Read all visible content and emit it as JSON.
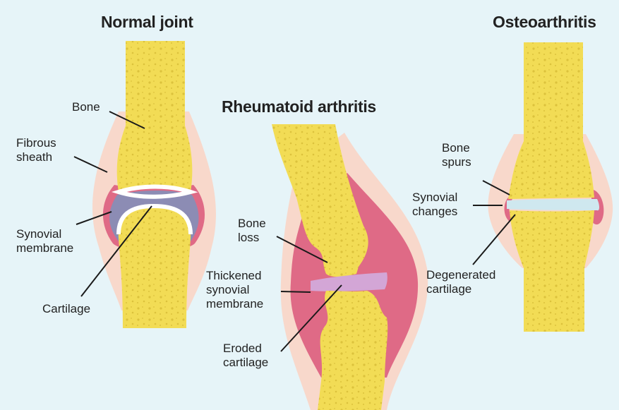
{
  "panels": {
    "normal": {
      "title": "Normal joint",
      "labels": {
        "bone": "Bone",
        "fibrous_sheath": "Fibrous\nsheath",
        "synovial_membrane": "Synovial\nmembrane",
        "cartilage": "Cartilage"
      }
    },
    "rheumatoid": {
      "title": "Rheumatoid arthritis",
      "labels": {
        "bone_loss": "Bone\nloss",
        "thickened_membrane": "Thickened\nsynovial\nmembrane",
        "eroded_cartilage": "Eroded\ncartilage"
      }
    },
    "osteo": {
      "title": "Osteoarthritis",
      "labels": {
        "bone_spurs": "Bone\nspurs",
        "synovial_changes": "Synovial\nchanges",
        "degenerated_cartilage": "Degenerated\ncartilage"
      }
    }
  },
  "colors": {
    "background": "#e6f4f8",
    "bone": "#f2dc55",
    "bone_pores": "#dcc23c",
    "fibrous_sheath": "#f8d8cb",
    "synovial_membrane": "#df6a86",
    "cartilage_normal": "#8c8cb4",
    "cartilage_eroded": "#d3a6d6",
    "cartilage_degenerated": "#cfe8ef",
    "leader_line": "#1a1a1a"
  }
}
